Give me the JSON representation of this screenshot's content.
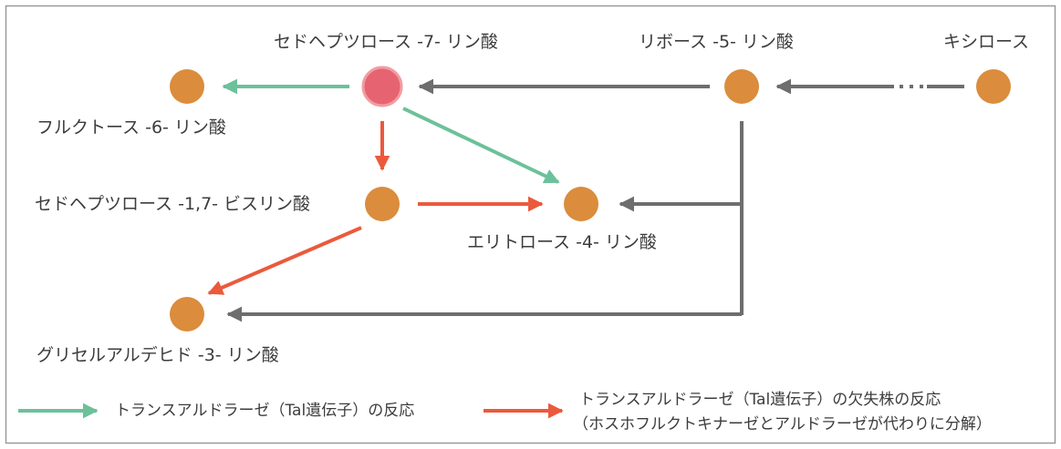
{
  "colors": {
    "node": "#db8c3c",
    "highlight_node": "#e66471",
    "normal_arrow": "#6cc19a",
    "mutant_arrow": "#eb5a3c",
    "shared_arrow": "#6e6e6e",
    "border": "#9a9a9a"
  },
  "nodes": {
    "sedoheptulose_7p": "セドヘプツロース -7- リン酸",
    "ribose_5p": "リボース -5- リン酸",
    "xylose": "キシロース",
    "fructose_6p": "フルクトース -6- リン酸",
    "sedoheptulose_17bp": "セドヘプツロース -1,7- ビスリン酸",
    "erythrose_4p": "エリトロース -4- リン酸",
    "glyceraldehyde_3p": "グリセルアルデヒド -3- リン酸"
  },
  "legend": {
    "normal": "トランスアルドラーゼ（Tal遺伝子）の反応",
    "mutant_line1": "トランスアルドラーゼ（Tal遺伝子）の欠失株の反応",
    "mutant_line2": "（ホスホフルクトキナーゼとアルドラーゼが代わりに分解）"
  }
}
